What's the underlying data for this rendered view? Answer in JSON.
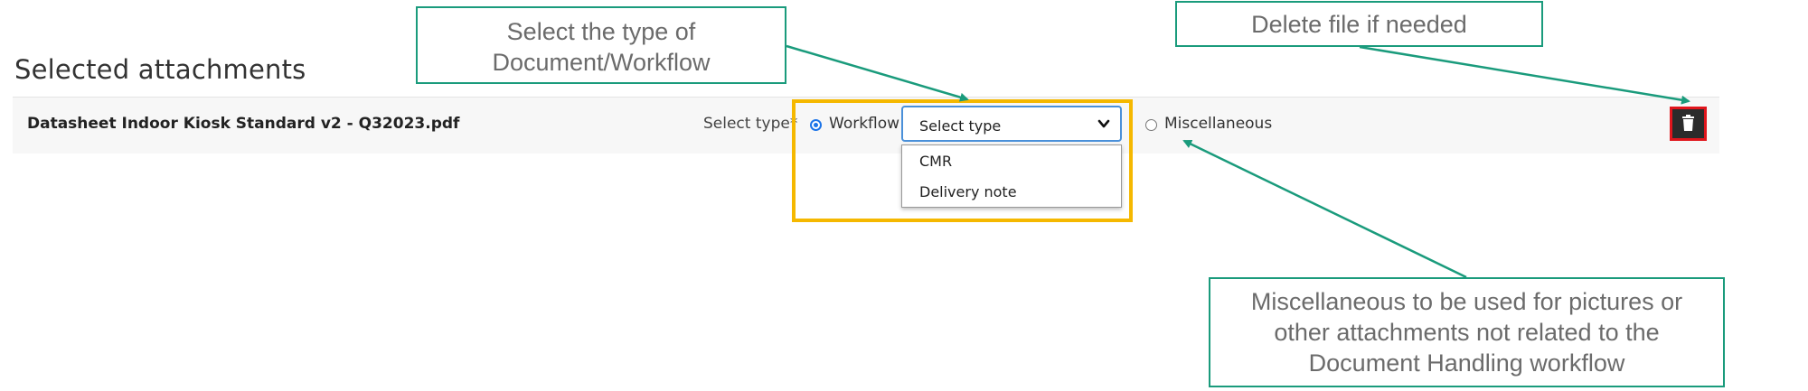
{
  "section": {
    "title": "Selected attachments"
  },
  "attachment": {
    "filename": "Datasheet Indoor Kiosk Standard v2 - Q32023.pdf",
    "type_label": "Select type*",
    "option_workflow": "Workflow",
    "option_miscellaneous": "Miscellaneous",
    "select": {
      "placeholder": "Select type",
      "options": [
        "CMR",
        "Delivery note"
      ]
    },
    "delete_icon": "trash-icon"
  },
  "annotations": {
    "select_type": {
      "line1": "Select the type  of",
      "line2": "Document/Workflow"
    },
    "delete_file": "Delete file if needed",
    "miscellaneous": {
      "line1": "Miscellaneous to be used for pictures or",
      "line2": "other attachments not related to the",
      "line3": "Document Handling workflow"
    }
  },
  "colors": {
    "callout_border": "#1a9b7c",
    "highlight": "#f5b800",
    "delete_border": "#e0151c",
    "radio_active": "#1a73e8"
  }
}
